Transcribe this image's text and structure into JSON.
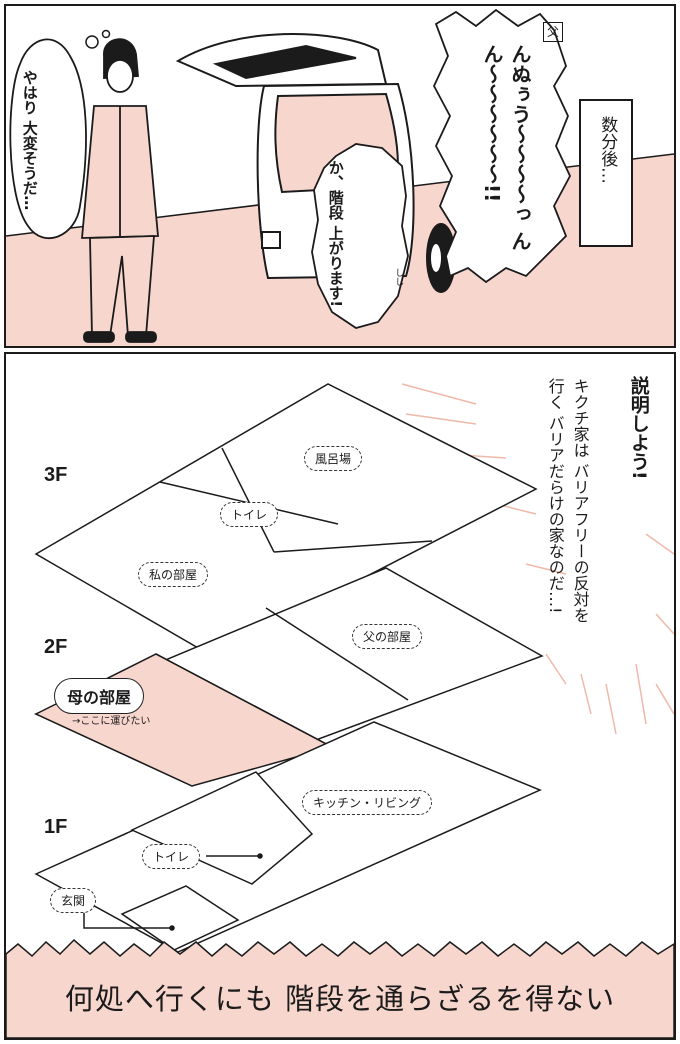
{
  "panel1": {
    "girl_thought": "やはり 大変そうだ…",
    "father_badge": "父",
    "father_shout": "んぬぅう〜〜〜〜っ んん〜〜〜〜〜〜!!",
    "helper_line": "か、階段 上がります!",
    "effort_mark": "しし",
    "narration": "数分後…"
  },
  "panel2": {
    "title": "説明しよう!",
    "explain": "キクチ家は バリアフリーの反対を行く バリアだらけの家なのだ…!",
    "floors": {
      "f3": "3F",
      "f2": "2F",
      "f1": "1F"
    },
    "rooms": {
      "bath": "風呂場",
      "toilet3": "トイレ",
      "my_room": "私の部屋",
      "father_room": "父の部屋",
      "mother_room": "母の部屋",
      "mother_note": "→ここに運びたい",
      "kitchen": "キッチン・リビング",
      "toilet1": "トイレ",
      "entrance": "玄関"
    },
    "caption": "何処へ行くにも 階段を通らざるを得ない"
  },
  "colors": {
    "pink": "#f7d6cd",
    "ink": "#1b1b1b",
    "ray": "#f0b8a8"
  }
}
